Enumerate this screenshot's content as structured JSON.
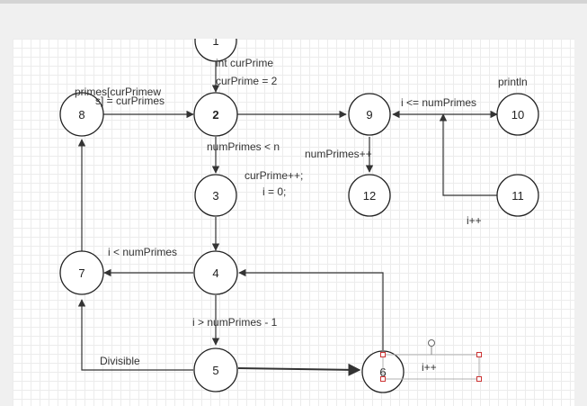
{
  "diagram": {
    "nodes": [
      {
        "id": "n1",
        "label": "1"
      },
      {
        "id": "n2",
        "label": "2"
      },
      {
        "id": "n3",
        "label": "3"
      },
      {
        "id": "n4",
        "label": "4"
      },
      {
        "id": "n5",
        "label": "5"
      },
      {
        "id": "n6",
        "label": "6"
      },
      {
        "id": "n7",
        "label": "7"
      },
      {
        "id": "n8",
        "label": "8"
      },
      {
        "id": "n9",
        "label": "9"
      },
      {
        "id": "n10",
        "label": "10"
      },
      {
        "id": "n11",
        "label": "11"
      },
      {
        "id": "n12",
        "label": "12"
      }
    ],
    "labels": {
      "int_curprime": "int curPrime",
      "curprime_eq_2": "curPrime = 2",
      "primes_assign_1": "primes[curPrimew",
      "primes_assign_2": "s] = curPrimes",
      "numprimes_lt_n": "numPrimes < n",
      "curprime_inc": "curPrime++;",
      "i_eq_0": "i = 0;",
      "numprimes_inc": "numPrimes++",
      "i_le_numprimes": "i <= numPrimes",
      "println": "println",
      "i_inc_right": "i++",
      "i_lt_numprimes": "i < numPrimes",
      "i_gt_numprimes_minus_1": "i > numPrimes - 1",
      "divisible": "Divisible",
      "i_inc_selected": "i++"
    }
  }
}
